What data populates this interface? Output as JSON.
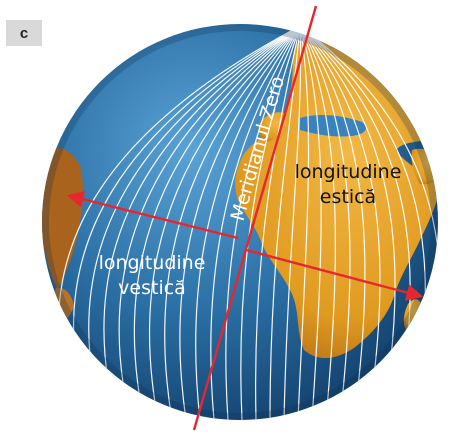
{
  "panel_label": "c",
  "labels": {
    "prime_meridian": "Meridianul Zero",
    "east_line1": "longitudine",
    "east_line2": "estică",
    "west_line1": "longitudine",
    "west_line2": "vestică"
  },
  "colors": {
    "ocean": "#2a6ea3",
    "land": "#e5a227",
    "land_shade": "#b06a14",
    "meridian_lines": "#ffffff",
    "prime_meridian": "#e8262e",
    "arrows": "#e8262e"
  }
}
